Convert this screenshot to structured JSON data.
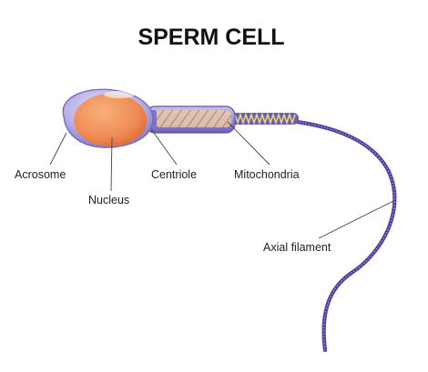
{
  "diagram": {
    "title": "SPERM CELL",
    "labels": {
      "acrosome": "Acrosome",
      "nucleus": "Nucleus",
      "centriole": "Centriole",
      "mitochondria": "Mitochondria",
      "axial_filament": "Axial filament"
    },
    "colors": {
      "membrane": "#7b6fc4",
      "membrane_light": "#c9c3ef",
      "nucleus": "#f08a55",
      "tail": "#5d4fa8",
      "mitochondria": "#d9b888",
      "coil": "#d8cf6a"
    }
  }
}
